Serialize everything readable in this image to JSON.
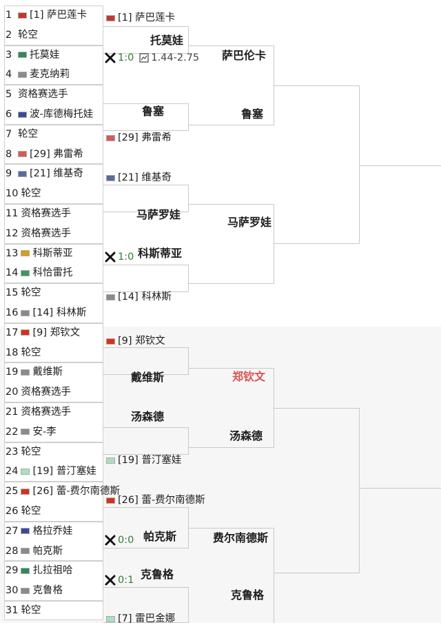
{
  "round1": [
    {
      "num": "1",
      "flag_color": "#c0392b",
      "name": "[1] 萨巴莲卡"
    },
    {
      "num": "2",
      "flag_color": "",
      "name": "轮空"
    },
    {
      "num": "3",
      "flag_color": "#2e8b57",
      "name": "托莫娃"
    },
    {
      "num": "4",
      "flag_color": "#8a8a8a",
      "name": "麦克纳莉"
    },
    {
      "num": "5",
      "flag_color": "",
      "name": "资格赛选手"
    },
    {
      "num": "6",
      "flag_color": "#3a4a9a",
      "name": "波-库德梅托娃"
    },
    {
      "num": "7",
      "flag_color": "",
      "name": "轮空"
    },
    {
      "num": "8",
      "flag_color": "#d45a5a",
      "name": "[29] 弗雷希"
    },
    {
      "num": "9",
      "flag_color": "#5a6aa0",
      "name": "[21] 维基奇"
    },
    {
      "num": "10",
      "flag_color": "",
      "name": "轮空"
    },
    {
      "num": "11",
      "flag_color": "",
      "name": "资格赛选手"
    },
    {
      "num": "12",
      "flag_color": "",
      "name": "资格赛选手"
    },
    {
      "num": "13",
      "flag_color": "#d4a017",
      "name": "科斯蒂亚"
    },
    {
      "num": "14",
      "flag_color": "#3a9a5a",
      "name": "科恰雷托"
    },
    {
      "num": "15",
      "flag_color": "",
      "name": "轮空"
    },
    {
      "num": "16",
      "flag_color": "#8a8a8a",
      "name": "[14] 科林斯"
    },
    {
      "num": "17",
      "flag_color": "#d6301e",
      "name": "[9] 郑钦文"
    },
    {
      "num": "18",
      "flag_color": "",
      "name": "轮空"
    },
    {
      "num": "19",
      "flag_color": "#8a8a8a",
      "name": "戴维斯"
    },
    {
      "num": "20",
      "flag_color": "",
      "name": "资格赛选手"
    },
    {
      "num": "21",
      "flag_color": "",
      "name": "资格赛选手"
    },
    {
      "num": "22",
      "flag_color": "#8a8a8a",
      "name": "安-李"
    },
    {
      "num": "23",
      "flag_color": "",
      "name": "轮空"
    },
    {
      "num": "24",
      "flag_color": "#a8e0c0",
      "name": "[19] 普汀塞娃"
    },
    {
      "num": "25",
      "flag_color": "#d6301e",
      "name": "[26] 蕾-费尔南德斯"
    },
    {
      "num": "26",
      "flag_color": "",
      "name": "轮空"
    },
    {
      "num": "27",
      "flag_color": "#3a4a9a",
      "name": "格拉乔娃"
    },
    {
      "num": "28",
      "flag_color": "#8a8a8a",
      "name": "帕克斯"
    },
    {
      "num": "29",
      "flag_color": "#2e8b57",
      "name": "扎拉祖哈"
    },
    {
      "num": "30",
      "flag_color": "#8a8a8a",
      "name": "克鲁格"
    },
    {
      "num": "31",
      "flag_color": "",
      "name": "轮空"
    }
  ],
  "round2": {
    "m1_top": "[1] 萨巴莲卡",
    "m2_top": "托莫娃",
    "m2_score": "1:0",
    "m2_odds": "1.44-2.75",
    "m3_top": "鲁塞",
    "m4_top": "[29] 弗雷希",
    "m5_top": "[21] 维基奇",
    "m6_top": "马萨罗娃",
    "m7_score": "1:0",
    "m7_top": "科斯蒂亚",
    "m8_top": "[14] 科林斯",
    "m9_top": "[9] 郑钦文",
    "m10_top": "戴维斯",
    "m11_top": "汤森德",
    "m12_top": "[19] 普汀塞娃",
    "m13_top": "[26] 蕾-费尔南德斯",
    "m14_score": "0:0",
    "m14_top": "帕克斯",
    "m15_score": "0:1",
    "m15_top": "克鲁格",
    "m16_top": "[7] 雷巴金娜"
  },
  "round3": {
    "q1": "萨巴伦卡",
    "q2": "鲁塞",
    "q3": "马萨罗娃",
    "q4": "郑钦文",
    "q5": "汤森德",
    "q6": "费尔南德斯",
    "q7": "克鲁格"
  }
}
